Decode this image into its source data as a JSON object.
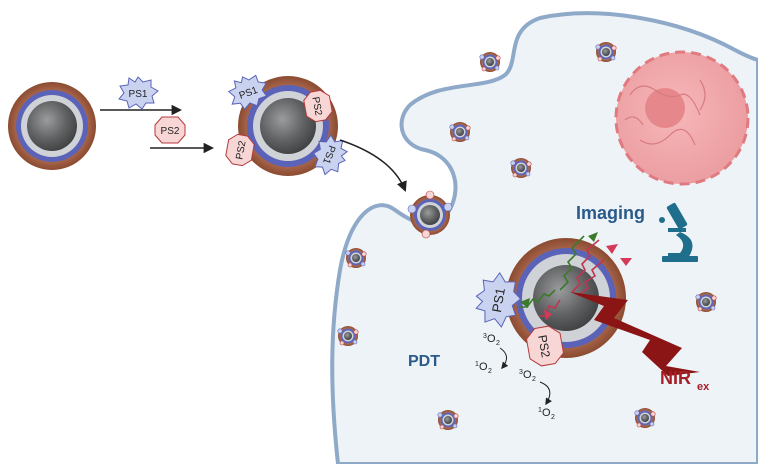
{
  "labels": {
    "ps1": "PS1",
    "ps2": "PS2",
    "imaging": "Imaging",
    "pdt": "PDT",
    "nir_main": "NIR",
    "nir_sub": "ex",
    "triplet_o2_sup": "3",
    "singlet_o2_sup": "1",
    "o2": "O",
    "o2_sub": "2"
  },
  "colors": {
    "membrane": "#8fa9c9",
    "cytoplasm": "#eef3f8",
    "nucleus": "#f2a9ac",
    "core": "#6f7173",
    "shell_blue": "#5a63b8",
    "shell_brown": "#9c5a3c",
    "imaging_text": "#2a5a8a",
    "pdt_text": "#2a5a8a",
    "nir_text": "#a51d26",
    "lightning": "#8b1414",
    "ps_badge": "#f9d6d6",
    "ps_star": "#c9d3ef"
  }
}
